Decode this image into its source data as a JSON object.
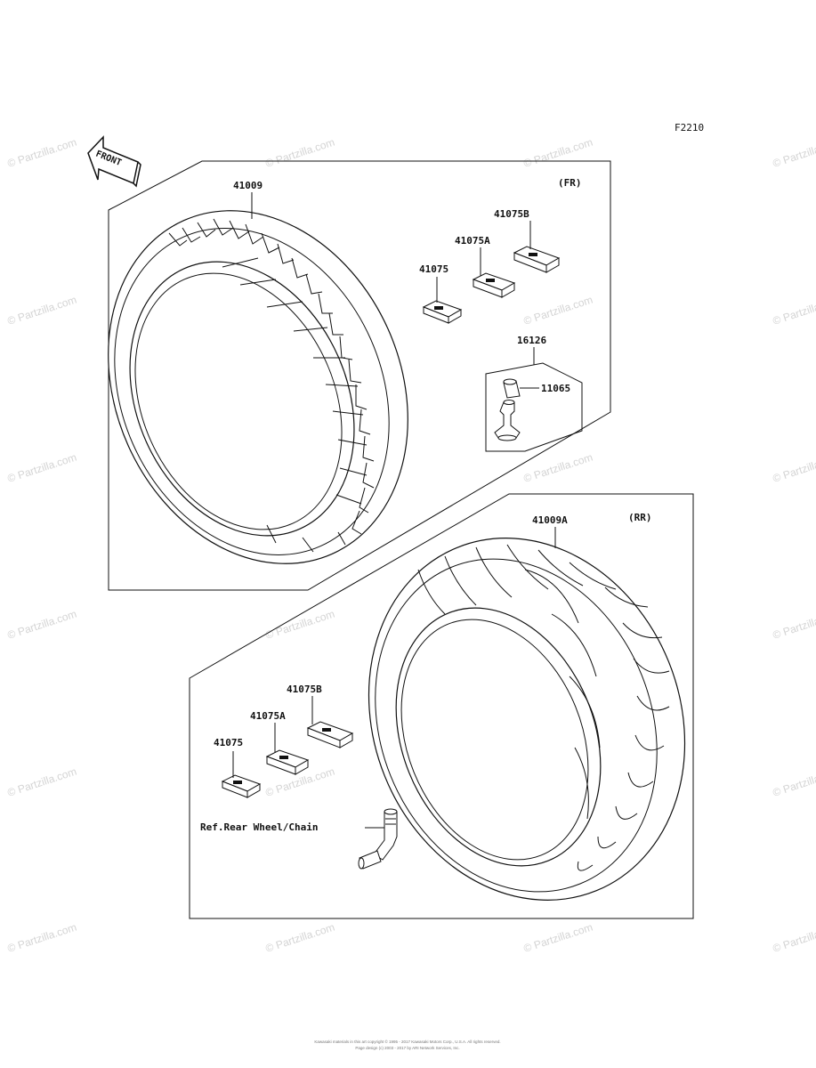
{
  "diagram": {
    "figure_code": "F2210",
    "front_arrow_label": "FRONT",
    "watermark": "© Partzilla.com",
    "front_group": {
      "tag": "(FR)",
      "tire": "41009",
      "weight_1": "41075",
      "weight_2": "41075A",
      "weight_3": "41075B",
      "valve_assembly": "16126",
      "valve_cap": "11065"
    },
    "rear_group": {
      "tag": "(RR)",
      "tire": "41009A",
      "weight_1": "41075",
      "weight_2": "41075A",
      "weight_3": "41075B",
      "valve_reference": "Ref.Rear Wheel/Chain"
    },
    "footer": {
      "line1": "Kawasaki materials in this art copyright © 1995 - 2017 Kawasaki Motors Corp., U.S.A. All rights reserved.",
      "line2": "Page design (c) 2003 - 2017 by ARI Network Services, Inc."
    }
  }
}
